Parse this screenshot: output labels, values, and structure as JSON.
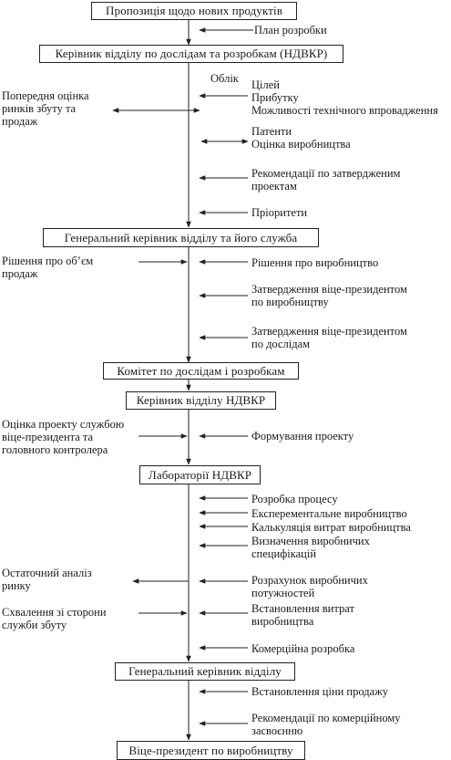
{
  "boxes": {
    "proposal": "Пропозиція щодо нових продуктів",
    "rnd_head": "Керівник відділу по дослідам та розробкам (НДВКР)",
    "gm_service": "Генеральний керівник відділу та його служба",
    "committee": "Комітет по дослідам і розробкам",
    "rnd_dept_head": "Керівник відділу НДВКР",
    "labs": "Лабораторії НДВКР",
    "gm": "Генеральний керівник відділу",
    "vp": "Віце-президент по виробництву"
  },
  "labels": {
    "dev_plan": "План розробки",
    "accounting": "Облік",
    "goals": "Цілей",
    "profit": "Прибутку",
    "implementation": "Можливості технічного впровадження",
    "market_estimate": "Попередня оцінка\nринків збуту та\nпродаж",
    "patents": "Патенти",
    "production_estimate": "Оцінка виробництва",
    "recommendations": "Рекомендації по затвердженим\nпроектам",
    "priorities": "Пріоритети",
    "volume_decision": "Рішення про об’єм\nпродаж",
    "production_decision": "Рішення про виробництво",
    "vp_approval_production": "Затвердження віце-президентом\nпо виробництву",
    "vp_approval_research": "Затвердження віце-президентом\nпо дослідам",
    "project_estimate": "Оцінка проекту службою\nвіце-президента та\nголовного контролера",
    "project_forming": "Формування проекту",
    "process_dev": "Розробка процесу",
    "experimental_prod": "Експерементальне виробництво",
    "cost_calc": "Калькуляція витрат виробництва",
    "specs": "Визначення виробничих\nспецифікацій",
    "market_analysis": "Остаточний аналіз\nринку",
    "capacity_calc": "Розрахунок виробничих\nпотужностей",
    "sales_approval": "Схвалення зі сторони\nслужби збуту",
    "cost_setting": "Встановлення витрат\nвиробництва",
    "commercial_dev": "Комерційна розробка",
    "price_setting": "Встановлення ціни продажу",
    "commercial_recs": "Рекомендації по комерційному\nзасвоєнню"
  }
}
